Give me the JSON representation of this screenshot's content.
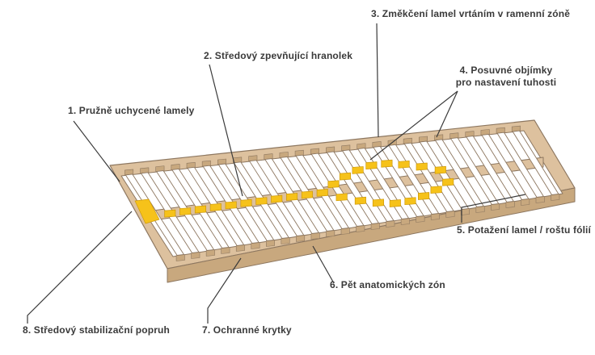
{
  "labels": [
    {
      "text": "1. Pružně uchycené lamely"
    },
    {
      "text": "2. Středový zpevňující hranolek"
    },
    {
      "text": "3. Změkčení lamel vrtáním v ramenní zóně"
    },
    {
      "line1": "4. Posuvné objímky",
      "line2": "pro nastavení tuhosti"
    },
    {
      "text": "5. Potažení lamel / roštu fólií"
    },
    {
      "text": "6. Pět anatomických zón"
    },
    {
      "text": "7. Ochranné krytky"
    },
    {
      "text": "8. Středový stabilizační popruh"
    }
  ],
  "colors": {
    "wood": "#ddc19e",
    "wood_dark": "#c8a87e",
    "slat": "#ffffff",
    "outline": "#8d7760",
    "clamp": "#f6c21a",
    "clamp_dark": "#cf9a0a",
    "line": "#3a3a3a",
    "text": "#3a3a3a"
  }
}
